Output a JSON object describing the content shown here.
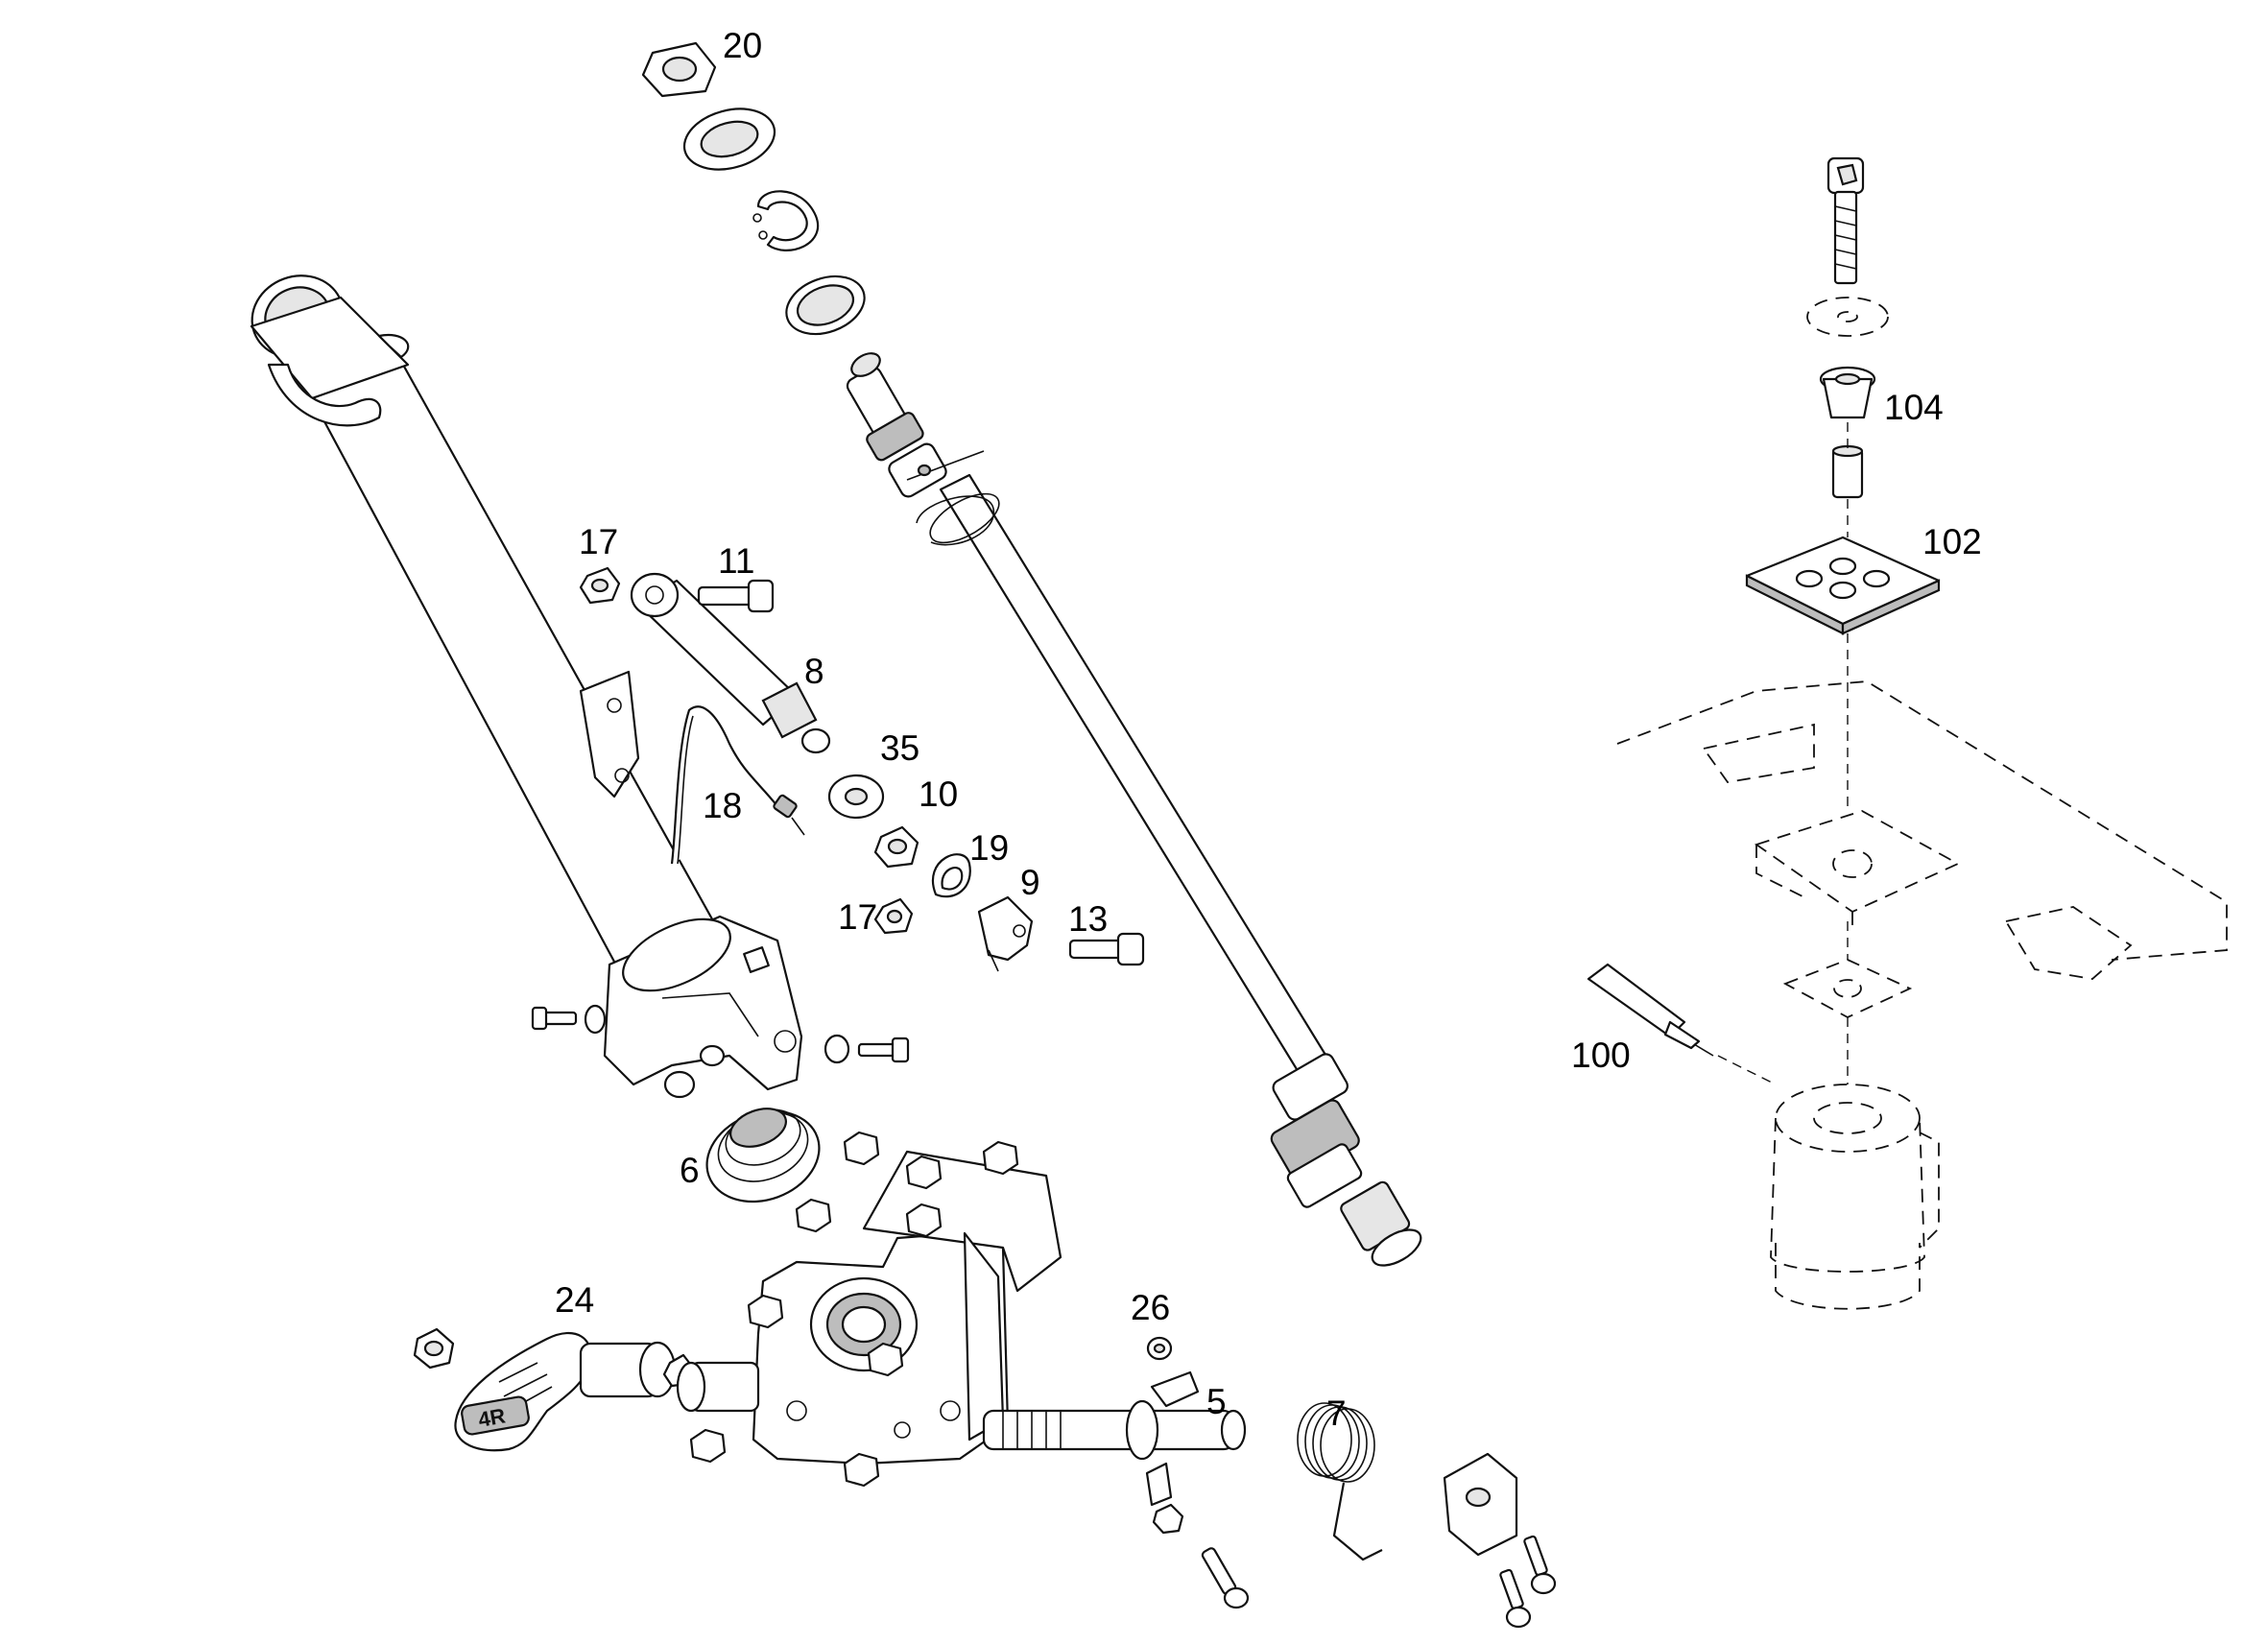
{
  "callouts": {
    "c20": "20",
    "c17a": "17",
    "c11": "11",
    "c8": "8",
    "c35": "35",
    "c10": "10",
    "c18": "18",
    "c19": "19",
    "c9": "9",
    "c17b": "17",
    "c13": "13",
    "c6": "6",
    "c24": "24",
    "c26": "26",
    "c5": "5",
    "c7": "7",
    "c104": "104",
    "c102": "102",
    "c100": "100"
  },
  "lever_logo": "4R",
  "colors": {
    "line": "#111111",
    "background": "#ffffff",
    "shade": "#bdbdbd"
  }
}
